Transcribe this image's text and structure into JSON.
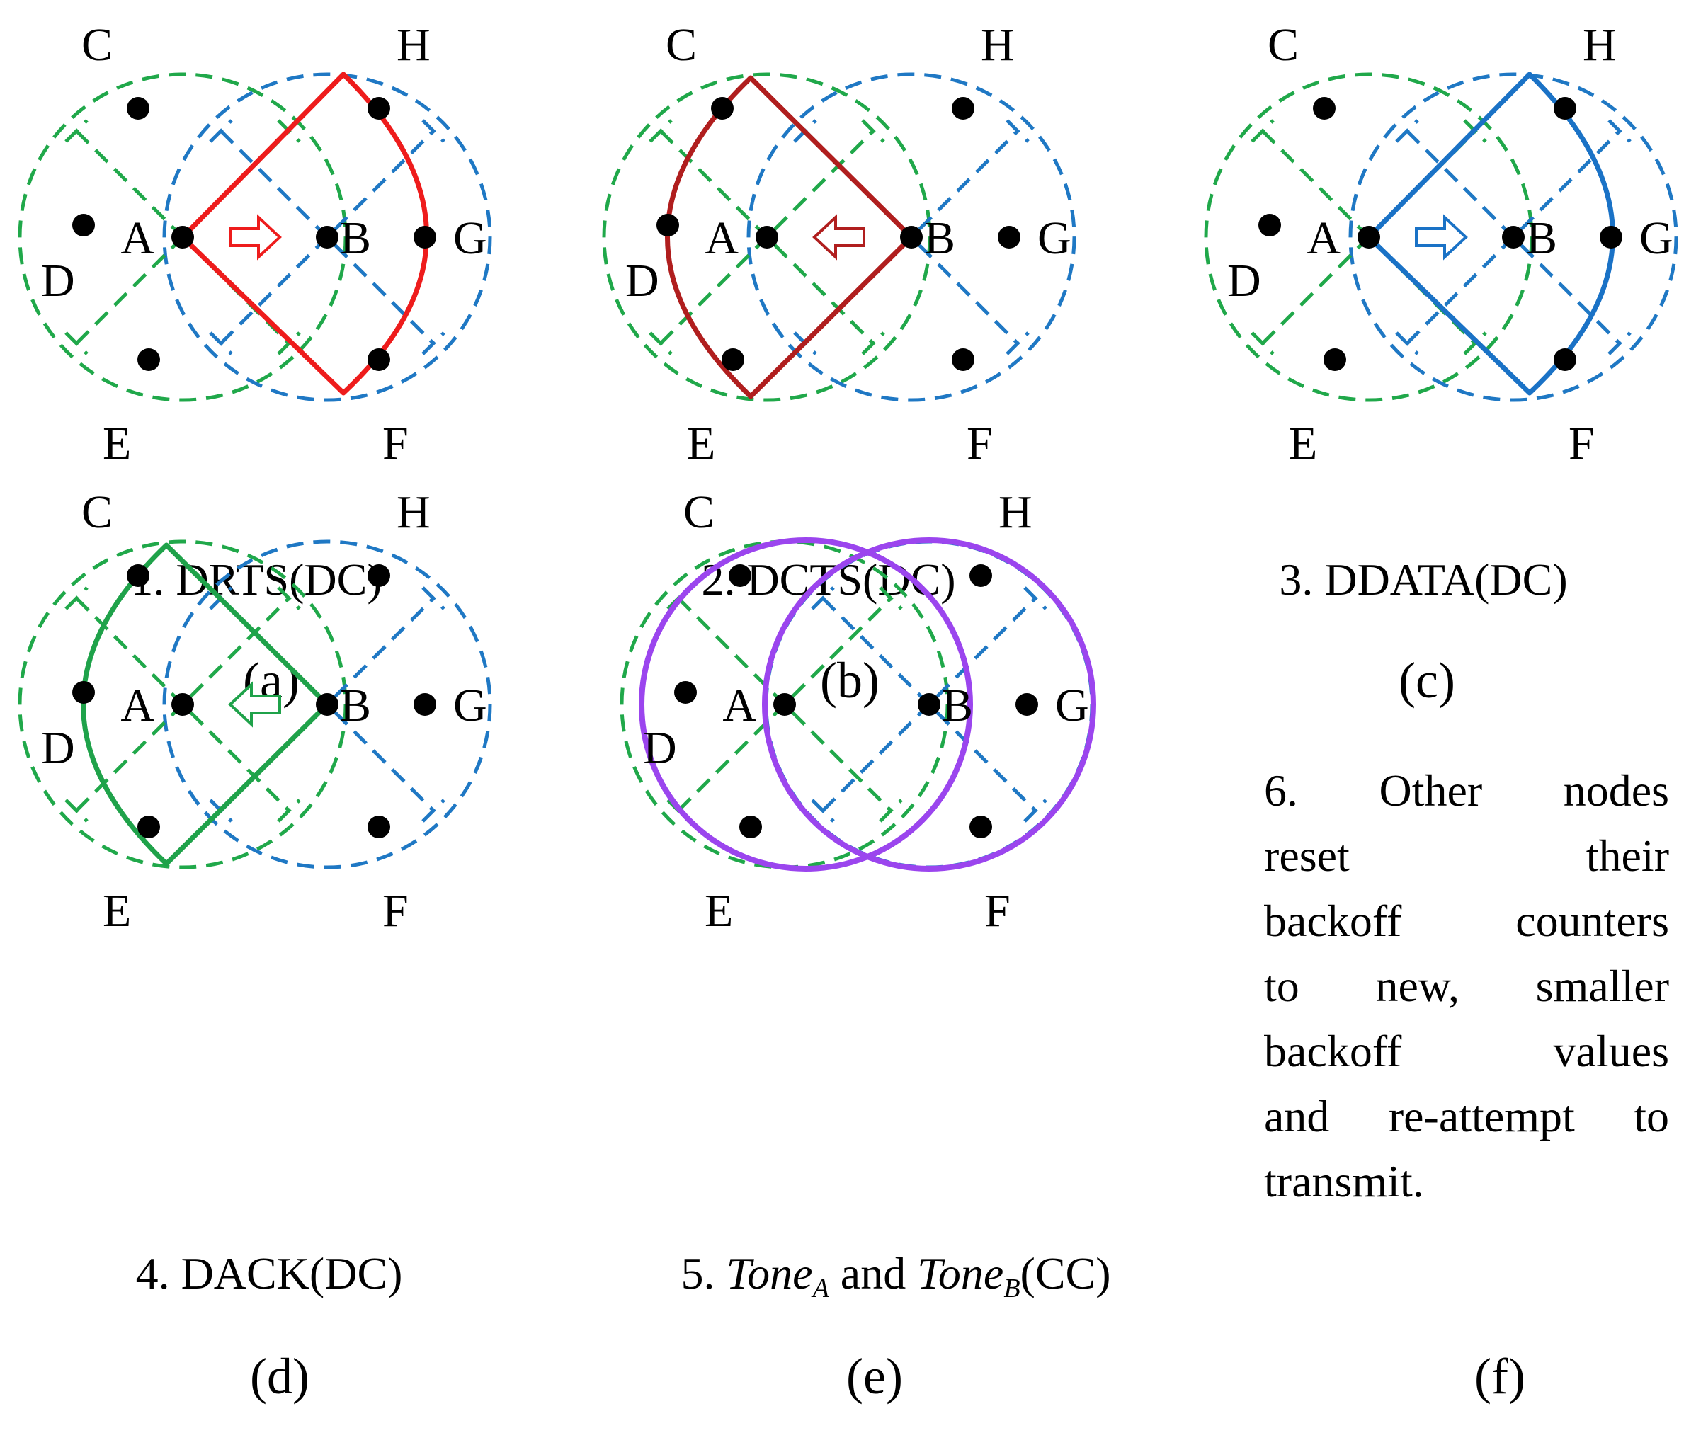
{
  "colors": {
    "range_a": "#20a84a",
    "range_b": "#1f78c4",
    "drts": "#ee1c1c",
    "dcts": "#b01e1e",
    "ddata": "#1a72c6",
    "dack": "#1fa24a",
    "tone": "#9b45ee",
    "node": "#000000"
  },
  "node_names": [
    "A",
    "B",
    "C",
    "D",
    "E",
    "F",
    "G",
    "H"
  ],
  "panels": [
    {
      "id": "a",
      "caption": "1. DRTS(DC)",
      "sub_label": "(a)",
      "highlight": "drts",
      "arrow": "right"
    },
    {
      "id": "b",
      "caption": "2. DCTS(DC)",
      "sub_label": "(b)",
      "highlight": "dcts",
      "arrow": "left"
    },
    {
      "id": "c",
      "caption": "3. DDATA(DC)",
      "sub_label": "(c)",
      "highlight": "ddata",
      "arrow": "right"
    },
    {
      "id": "d",
      "caption": "4. DACK(DC)",
      "sub_label": "(d)",
      "highlight": "dack",
      "arrow": "left"
    },
    {
      "id": "e",
      "caption_prefix": "5.",
      "tone": "Tone",
      "sub_a": "A",
      "connector": "and",
      "sub_b": "B",
      "channel": "(CC)",
      "sub_label": "(e)",
      "highlight": "tone"
    }
  ],
  "note": {
    "sub_label": "(f)",
    "lines": [
      "6. Other nodes",
      "reset their",
      "backoff counters",
      "to new, smaller",
      "backoff values",
      "and re-attempt to",
      "transmit."
    ]
  }
}
